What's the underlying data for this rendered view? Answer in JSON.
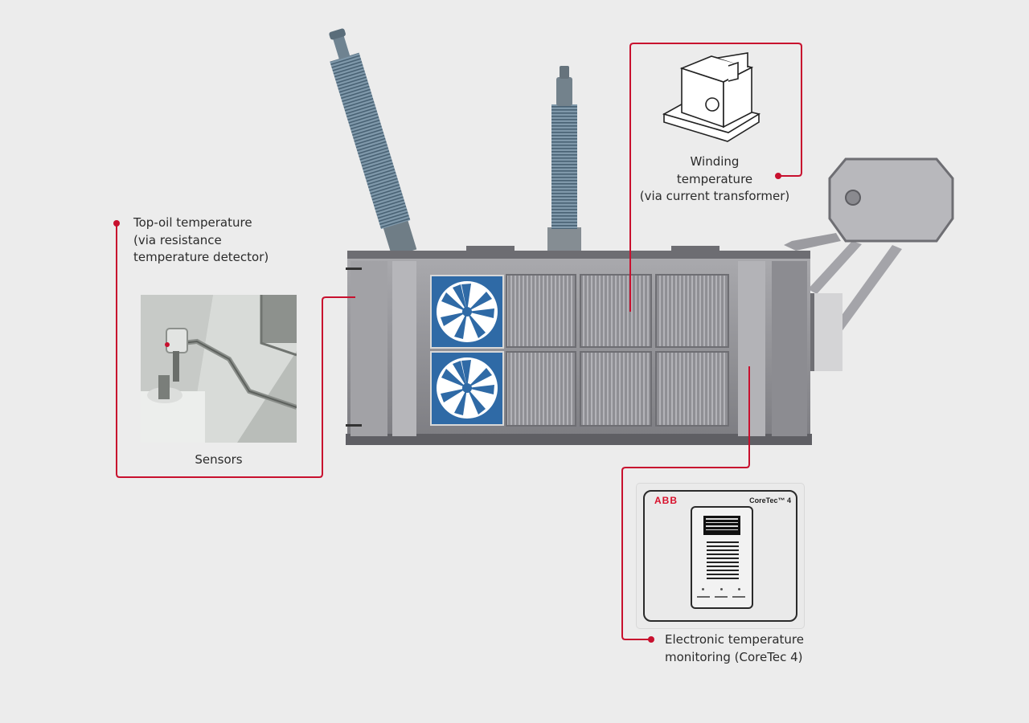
{
  "labels": {
    "top_oil": {
      "line1": "Top-oil temperature",
      "line2": "(via resistance",
      "line3": "temperature detector)"
    },
    "sensors": "Sensors",
    "winding": {
      "line1": "Winding",
      "line2": "temperature",
      "line3": "(via current transformer)"
    },
    "monitoring": {
      "line1": "Electronic temperature",
      "line2": "monitoring (CoreTec 4)"
    }
  },
  "device": {
    "logo": "ABB",
    "model": "CoreTec™ 4"
  },
  "colors": {
    "background": "#ececec",
    "callout_line": "#c8102e",
    "fan_blue": "#2f6aa6",
    "tank_gray": "#8e8e92"
  },
  "icons": [
    "fan-icon",
    "current-transformer-icon",
    "temperature-sensor-icon"
  ]
}
